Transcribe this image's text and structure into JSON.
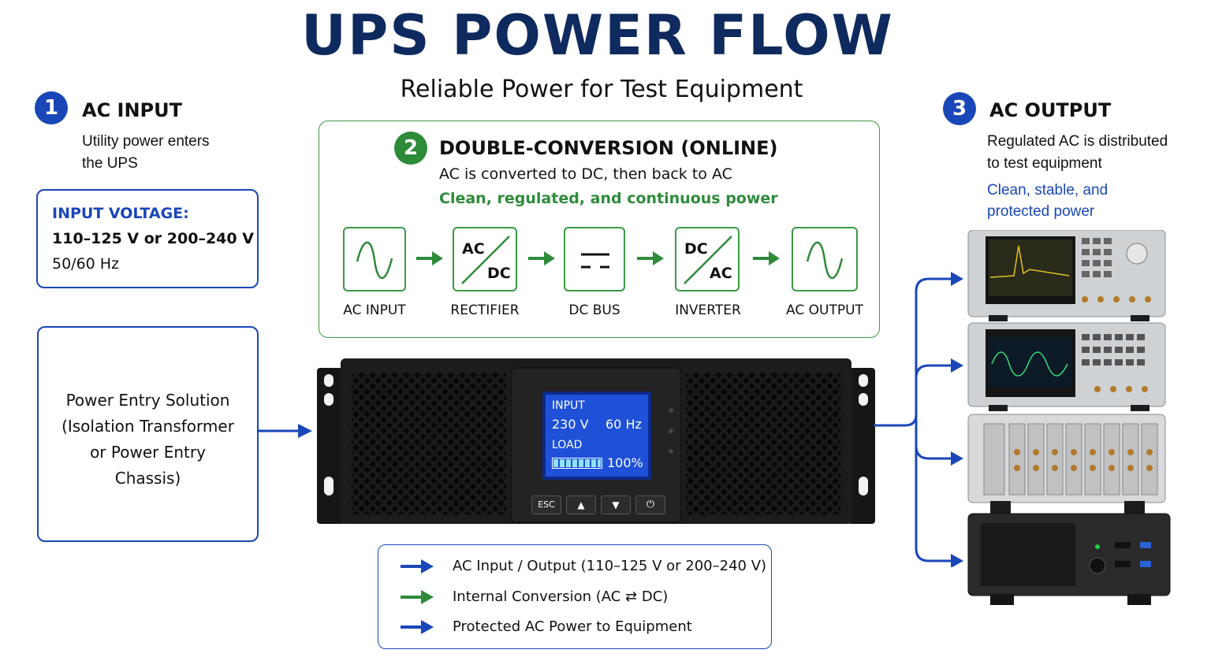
{
  "title": "UPS POWER FLOW",
  "subtitle": "Reliable Power for Test Equipment",
  "colors": {
    "blue": "#1a47b8",
    "green": "#2e8b3a",
    "navy": "#0e2a5e"
  },
  "step1": {
    "number": "1",
    "heading": "AC INPUT",
    "desc_line1": "Utility power enters",
    "desc_line2": "the UPS"
  },
  "input_voltage": {
    "label": "INPUT VOLTAGE:",
    "range": "110–125 V or 200–240 V",
    "freq": "50/60 Hz"
  },
  "power_entry": {
    "line1": "Power Entry Solution",
    "line2": "(Isolation Transformer",
    "line3": "or Power Entry",
    "line4": "Chassis)"
  },
  "step2": {
    "number": "2",
    "heading": "DOUBLE-CONVERSION (ONLINE)",
    "desc": "AC is converted to DC, then back to AC",
    "highlight": "Clean, regulated, and continuous power",
    "stages": [
      {
        "label": "AC INPUT",
        "icon": "sine-wave-icon"
      },
      {
        "label": "RECTIFIER",
        "icon": "ac-dc-icon",
        "top": "AC",
        "bottom": "DC"
      },
      {
        "label": "DC BUS",
        "icon": "dc-symbol-icon"
      },
      {
        "label": "INVERTER",
        "icon": "dc-ac-icon",
        "top": "DC",
        "bottom": "AC"
      },
      {
        "label": "AC OUTPUT",
        "icon": "sine-wave-icon"
      }
    ]
  },
  "step3": {
    "number": "3",
    "heading": "AC OUTPUT",
    "desc_line1": "Regulated AC is distributed",
    "desc_line2": "to test equipment",
    "highlight_line1": "Clean, stable, and",
    "highlight_line2": "protected power"
  },
  "ups_display": {
    "input_label": "INPUT",
    "voltage": "230 V",
    "frequency": "60 Hz",
    "load_label": "LOAD",
    "load_value": "100%",
    "load_fraction": 1.0,
    "buttons": [
      "ESC",
      "▲",
      "▼",
      "⏻"
    ]
  },
  "legend": [
    {
      "color": "#1a47b8",
      "text": "AC Input / Output (110–125 V or 200–240 V)"
    },
    {
      "color": "#2e8b3a",
      "text": "Internal Conversion (AC ⇄ DC)"
    },
    {
      "color": "#1a47b8",
      "text": "Protected AC Power to Equipment"
    }
  ]
}
